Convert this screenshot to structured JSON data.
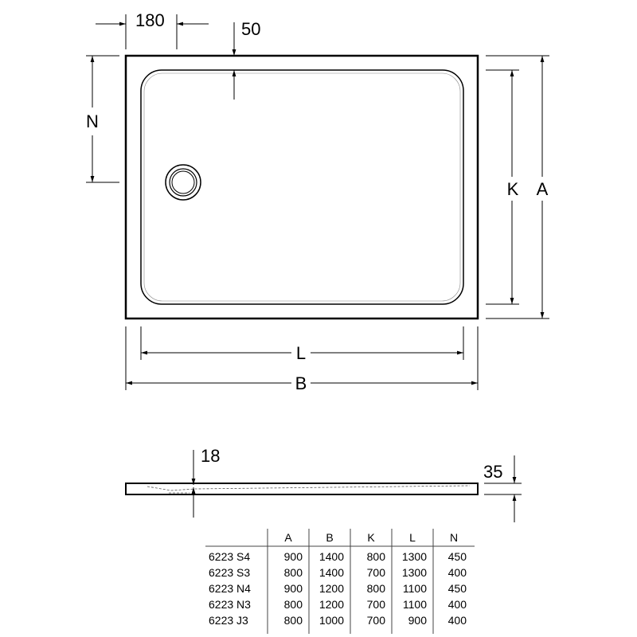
{
  "dimensions": {
    "drain_offset_x": "180",
    "drain_offset_y": "50",
    "N": "N",
    "K": "K",
    "A": "A",
    "L": "L",
    "B": "B",
    "rim_height": "18",
    "total_height": "35"
  },
  "table": {
    "headers": [
      "",
      "A",
      "B",
      "K",
      "L",
      "N"
    ],
    "rows": [
      [
        "6223 S4",
        "900",
        "1400",
        "800",
        "1300",
        "450"
      ],
      [
        "6223 S3",
        "800",
        "1400",
        "700",
        "1300",
        "400"
      ],
      [
        "6223 N4",
        "900",
        "1200",
        "800",
        "1100",
        "450"
      ],
      [
        "6223 N3",
        "800",
        "1200",
        "700",
        "1100",
        "400"
      ],
      [
        "6223 J3",
        "800",
        "1000",
        "700",
        "900",
        "400"
      ]
    ]
  }
}
